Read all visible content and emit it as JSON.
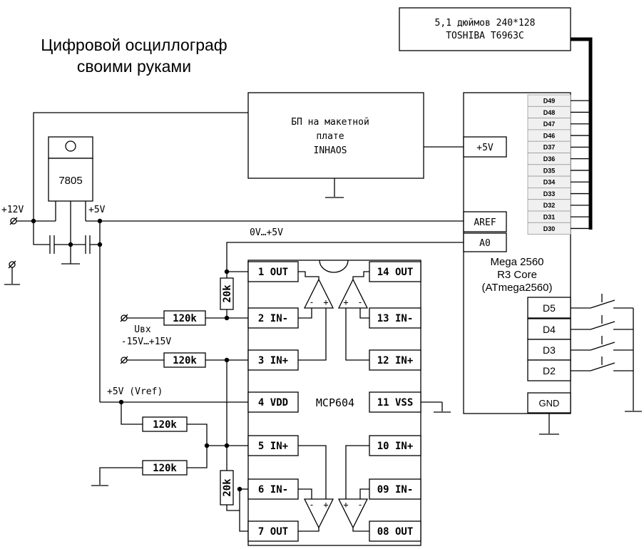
{
  "title": {
    "line1": "Цифровой осциллограф",
    "line2": "своими руками"
  },
  "display": {
    "line1": "5,1 дюймов 240*128",
    "line2": "TOSHIBA T6963C"
  },
  "power_supply": {
    "line1": "БП на макетной",
    "line2": "плате",
    "line3": "INHAOS"
  },
  "regulator": {
    "label": "7805"
  },
  "arduino": {
    "line1": "Mega 2560",
    "line2": "R3 Core",
    "line3": "(ATmega2560)",
    "pin_5v": "+5V",
    "pin_aref": "AREF",
    "pin_a0": "A0",
    "pin_gnd": "GND",
    "data_pins": [
      "D49",
      "D48",
      "D47",
      "D46",
      "D37",
      "D36",
      "D35",
      "D34",
      "D33",
      "D32",
      "D31",
      "D30"
    ],
    "button_pins": [
      "D5",
      "D4",
      "D3",
      "D2"
    ]
  },
  "opamp": {
    "name": "MCP604",
    "left_pins": [
      "1 OUT",
      "2 IN-",
      "3 IN+",
      "4 VDD",
      "5 IN+",
      "6 IN-",
      "7 OUT"
    ],
    "right_pins": [
      "14 OUT",
      "13 IN-",
      "12 IN+",
      "11 VSS",
      "10 IN+",
      "09 IN-",
      "08 OUT"
    ]
  },
  "labels": {
    "v12": "+12V",
    "v5": "+5V",
    "range_0_5": "0V…+5V",
    "uin": "Uвх",
    "uin_range": "-15V…+15V",
    "vref": "+5V (Vref)"
  },
  "resistors": {
    "r_in_minus": "120k",
    "r_in_plus": "120k",
    "r_div_top": "120k",
    "r_div_bottom": "120k",
    "r_fb_1": "20k",
    "r_fb_2": "20k"
  },
  "amp_symbols": {
    "minus": "-",
    "plus": "+"
  }
}
